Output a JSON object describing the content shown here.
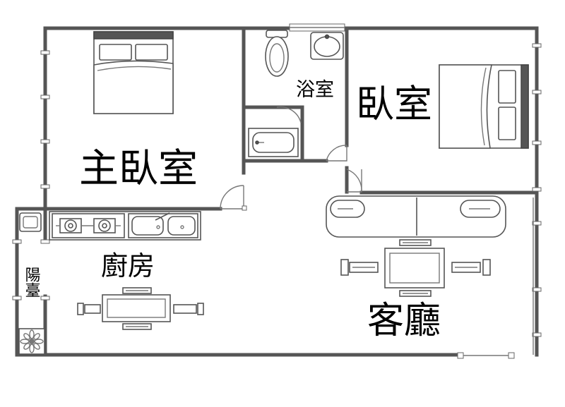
{
  "plan": {
    "rooms": {
      "master_bedroom": "主臥室",
      "bedroom": "臥室",
      "bathroom": "浴室",
      "kitchen": "廚房",
      "living_room": "客廳",
      "balcony": "陽臺"
    }
  },
  "colors": {
    "wall": "#555555",
    "furniture_stroke": "#555555",
    "background": "#ffffff",
    "text": "#000000"
  }
}
